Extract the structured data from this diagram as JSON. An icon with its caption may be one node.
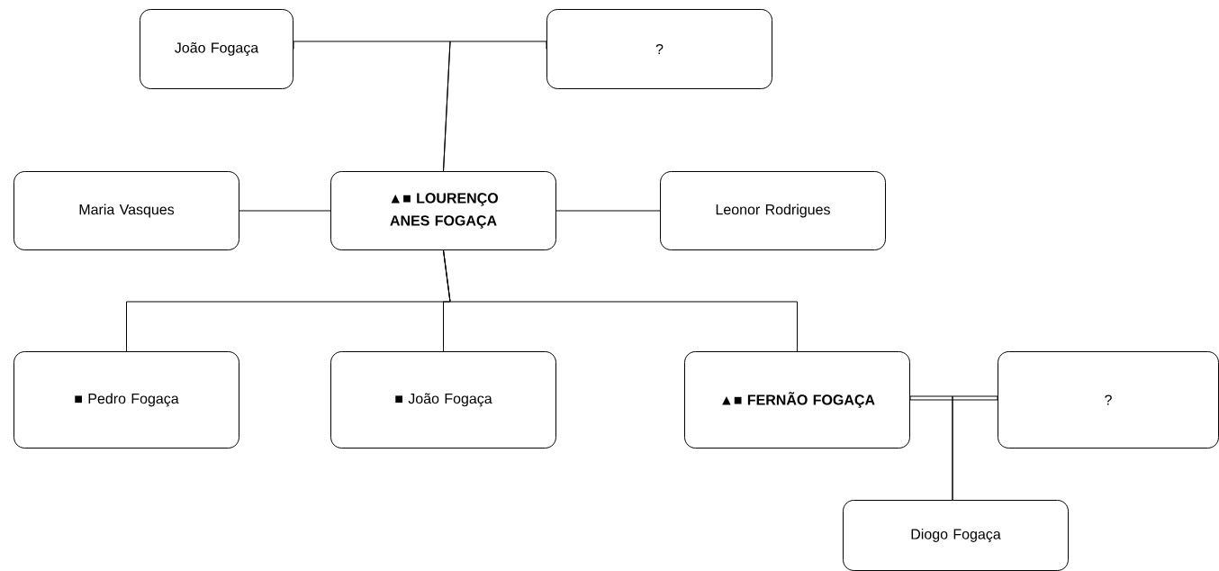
{
  "diagram": {
    "nodes": [
      {
        "text": [
          "João Fogaça"
        ]
      },
      {
        "text": [
          "?"
        ]
      },
      {
        "text": [
          "Maria Vasques"
        ]
      },
      {
        "text": [
          "▲■ LOURENÇO ANES FOGAÇA"
        ]
      },
      {
        "text": [
          "Leonor Rodrigues"
        ]
      },
      {
        "text": [
          "■ Pedro Fogaça"
        ]
      },
      {
        "text": [
          "■ João Fogaça"
        ]
      },
      {
        "text": [
          "▲■ FERNÃO FOGAÇA"
        ]
      },
      {
        "text": [
          "?"
        ]
      },
      {
        "text": [
          "Diogo Fogaça"
        ]
      }
    ],
    "edges": [
      {
        "from": 0,
        "to": 3,
        "arrow": "none"
      },
      {
        "from": 1,
        "to": 3,
        "arrow": "none"
      },
      {
        "from": 2,
        "to": 3,
        "arrow": "none"
      },
      {
        "from": 3,
        "to": 4,
        "arrow": "none"
      },
      {
        "from": 3,
        "to": 5,
        "arrow": "none"
      },
      {
        "from": 3,
        "to": 6,
        "arrow": "none"
      },
      {
        "from": 3,
        "to": 7,
        "arrow": "none"
      },
      {
        "from": 7,
        "to": 8,
        "arrow": "none"
      },
      {
        "from": 7,
        "to": 9,
        "arrow": "none"
      },
      {
        "from": 8,
        "to": 9,
        "arrow": "none"
      }
    ]
  }
}
